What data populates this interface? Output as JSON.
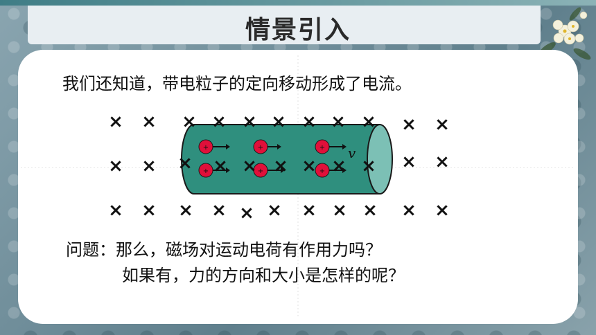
{
  "title": "情景引入",
  "intro_text": "我们还知道，带电粒子的定向移动形成了电流。",
  "question_line1": "问题：那么，磁场对运动电荷有作用力吗？",
  "question_line2": "如果有，力的方向和大小是怎样的呢？",
  "diagram": {
    "field_symbol": "×",
    "charge_symbol": "+",
    "velocity_label": "v"
  },
  "colors": {
    "cylinder": "#2f8f7e",
    "cylinder_end": "#7cc0b5",
    "charge": "#e0103a"
  }
}
